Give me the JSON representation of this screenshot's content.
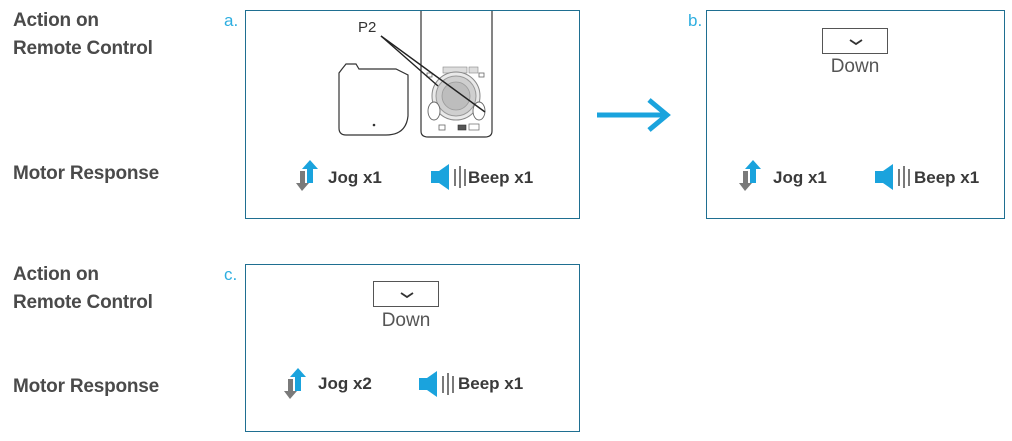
{
  "rows": [
    {
      "action_label_line1": "Action on",
      "action_label_line2": "Remote Control",
      "motor_label": "Motor Response"
    },
    {
      "action_label_line1": "Action on",
      "action_label_line2": "Remote Control",
      "motor_label": "Motor Response"
    }
  ],
  "panels": {
    "a": {
      "letter": "a.",
      "callout": "P2",
      "jog": "Jog x1",
      "beep": "Beep x1"
    },
    "b": {
      "letter": "b.",
      "button_label": "Down",
      "jog": "Jog x1",
      "beep": "Beep x1"
    },
    "c": {
      "letter": "c.",
      "button_label": "Down",
      "jog": "Jog x2",
      "beep": "Beep x1"
    }
  },
  "icons": {
    "jog": "up-down-arrows-icon",
    "beep": "speaker-icon",
    "button": "chevron-down-icon",
    "transition": "arrow-right-icon"
  },
  "colors": {
    "accent": "#1aa3dd",
    "panel_border": "#1f6f91",
    "label": "#4a4a4a",
    "jog_down": "#7a7a7a"
  }
}
